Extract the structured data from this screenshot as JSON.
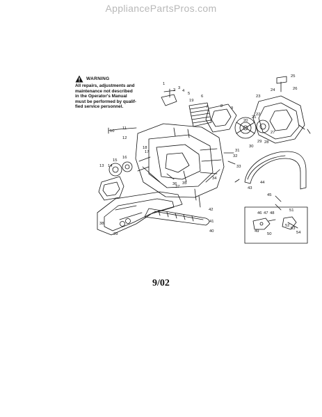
{
  "watermark": "AppliancePartsPros.com",
  "warning": {
    "title": "WARNING",
    "lines": [
      "All repairs, adjustments and",
      "maintenance not described",
      "in the Operator's Manual",
      "must be performed by qualif-",
      "fied service personnel."
    ]
  },
  "callouts": [
    "1",
    "2",
    "3",
    "4",
    "5",
    "6",
    "7",
    "8",
    "9",
    "10",
    "11",
    "12",
    "13",
    "14",
    "15",
    "16",
    "17",
    "18",
    "19",
    "20",
    "21",
    "22",
    "23",
    "24",
    "25",
    "26",
    "27",
    "28",
    "29",
    "30",
    "31",
    "32",
    "33",
    "34",
    "35",
    "36",
    "37",
    "38",
    "39",
    "40",
    "41",
    "42",
    "43",
    "44",
    "45",
    "46",
    "47",
    "48",
    "49",
    "50",
    "51",
    "52",
    "53",
    "54"
  ],
  "date": "9/02"
}
